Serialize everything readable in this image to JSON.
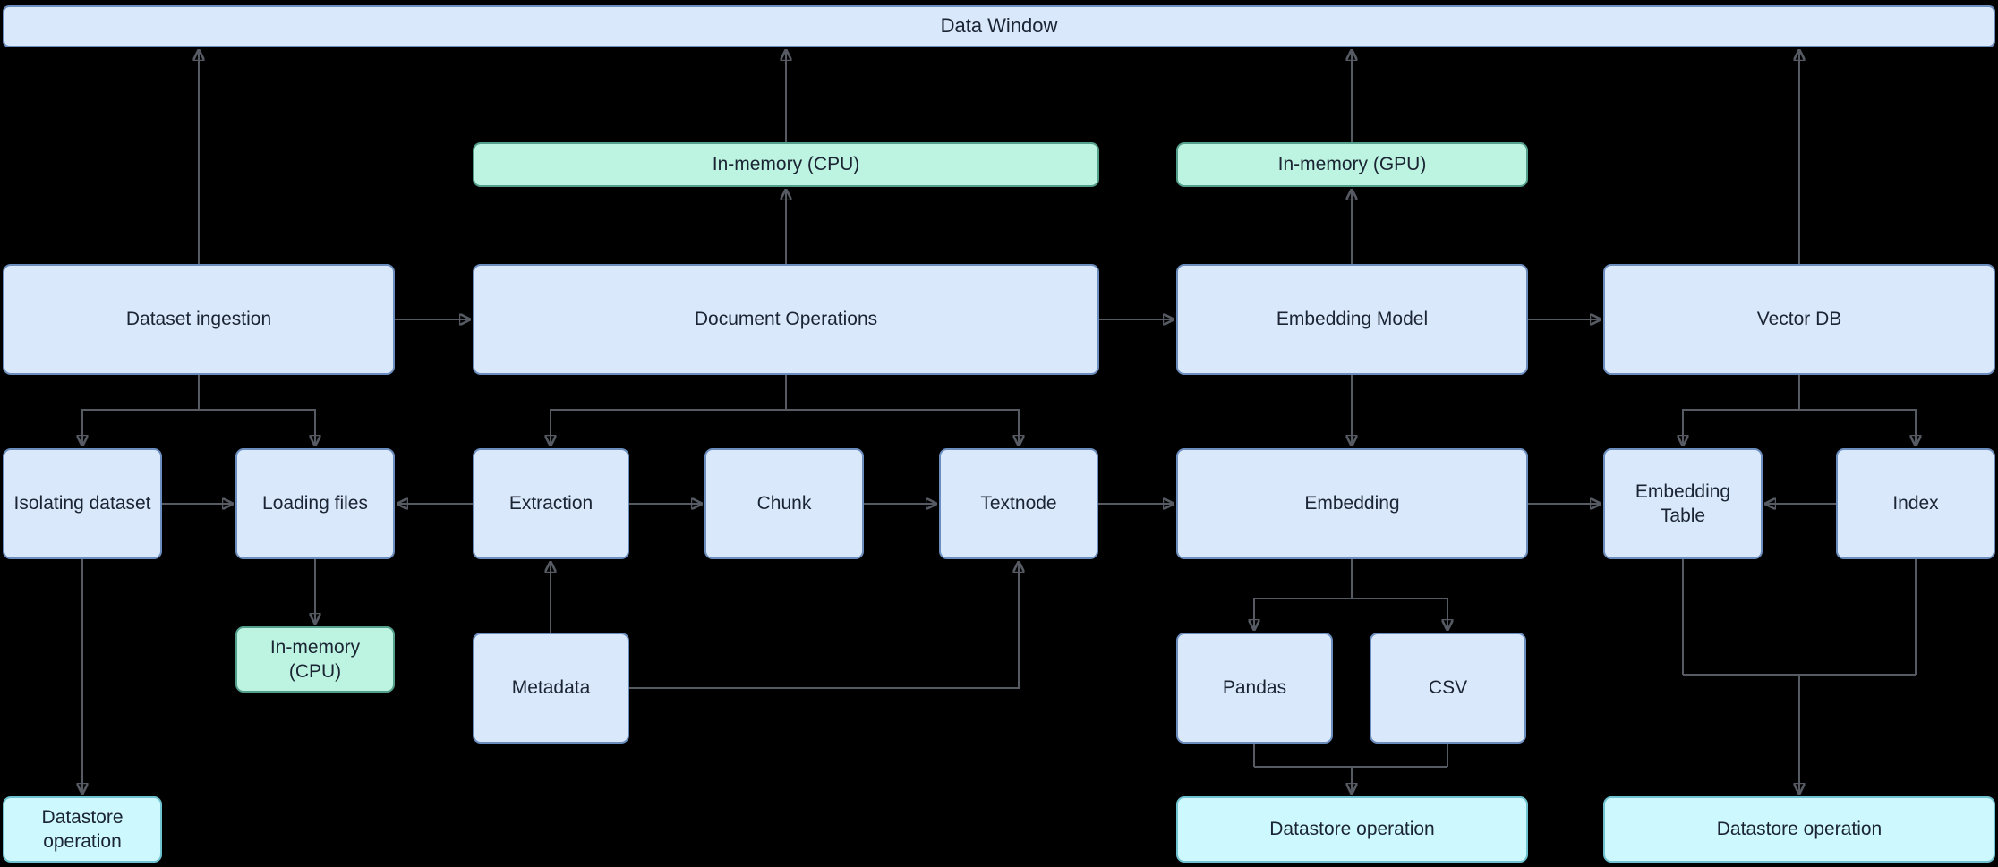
{
  "diagram": {
    "title": "Data Window",
    "nodes": {
      "data_window": "Data Window",
      "in_memory_cpu_top": "In-memory (CPU)",
      "in_memory_gpu": "In-memory (GPU)",
      "dataset_ingestion": "Dataset ingestion",
      "document_operations": "Document Operations",
      "embedding_model": "Embedding Model",
      "vector_db": "Vector DB",
      "isolating_dataset": "Isolating dataset",
      "loading_files": "Loading files",
      "extraction": "Extraction",
      "chunk": "Chunk",
      "textnode": "Textnode",
      "embedding": "Embedding",
      "embedding_table": "Embedding Table",
      "index": "Index",
      "in_memory_cpu_small": "In-memory (CPU)",
      "metadata": "Metadata",
      "pandas": "Pandas",
      "csv": "CSV",
      "datastore_left": "Datastore operation",
      "datastore_center": "Datastore operation",
      "datastore_right": "Datastore operation"
    },
    "colors": {
      "background": "#000000",
      "node_blue_fill": "#dae8fc",
      "node_blue_stroke": "#6c8ebf",
      "node_mint_fill": "#bdf4e1",
      "node_mint_stroke": "#549e8c",
      "node_cyan_fill": "#cdf8fd",
      "node_cyan_stroke": "#6fc2cf",
      "connector": "#565b63",
      "text": "#1a2433"
    }
  }
}
